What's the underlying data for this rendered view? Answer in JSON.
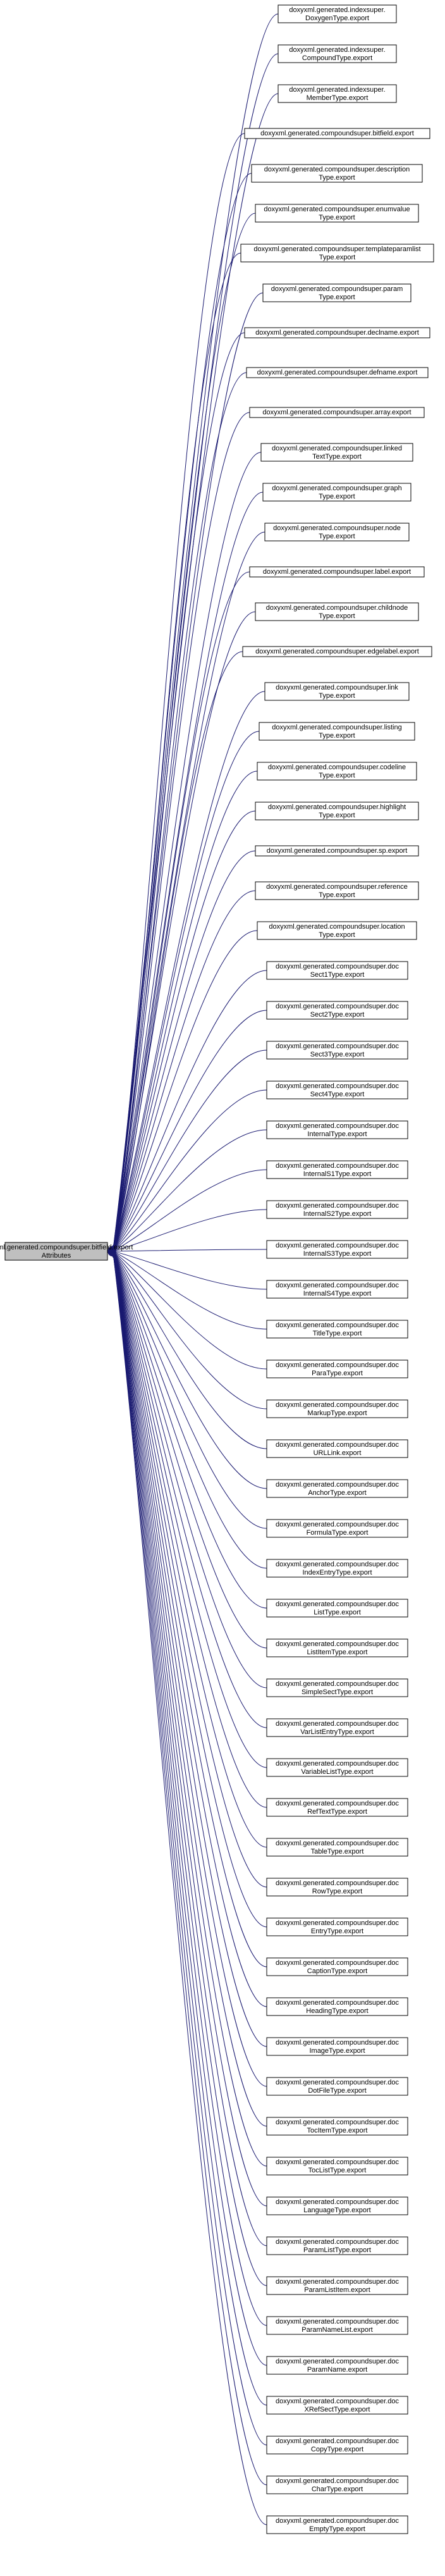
{
  "diagram": {
    "center": {
      "lines": [
        "doxyxml.generated.compoundsuper.bitfield.export",
        "Attributes"
      ]
    },
    "nodes": [
      {
        "lines": [
          "doxyxml.generated.indexsuper.",
          "DoxygenType.export"
        ]
      },
      {
        "lines": [
          "doxyxml.generated.indexsuper.",
          "CompoundType.export"
        ]
      },
      {
        "lines": [
          "doxyxml.generated.indexsuper.",
          "MemberType.export"
        ]
      },
      {
        "lines": [
          "doxyxml.generated.compoundsuper.bitfield.export"
        ]
      },
      {
        "lines": [
          "doxyxml.generated.compoundsuper.description",
          "Type.export"
        ]
      },
      {
        "lines": [
          "doxyxml.generated.compoundsuper.enumvalue",
          "Type.export"
        ]
      },
      {
        "lines": [
          "doxyxml.generated.compoundsuper.templateparamlist",
          "Type.export"
        ]
      },
      {
        "lines": [
          "doxyxml.generated.compoundsuper.param",
          "Type.export"
        ]
      },
      {
        "lines": [
          "doxyxml.generated.compoundsuper.declname.export"
        ]
      },
      {
        "lines": [
          "doxyxml.generated.compoundsuper.defname.export"
        ]
      },
      {
        "lines": [
          "doxyxml.generated.compoundsuper.array.export"
        ]
      },
      {
        "lines": [
          "doxyxml.generated.compoundsuper.linked",
          "TextType.export"
        ]
      },
      {
        "lines": [
          "doxyxml.generated.compoundsuper.graph",
          "Type.export"
        ]
      },
      {
        "lines": [
          "doxyxml.generated.compoundsuper.node",
          "Type.export"
        ]
      },
      {
        "lines": [
          "doxyxml.generated.compoundsuper.label.export"
        ]
      },
      {
        "lines": [
          "doxyxml.generated.compoundsuper.childnode",
          "Type.export"
        ]
      },
      {
        "lines": [
          "doxyxml.generated.compoundsuper.edgelabel.export"
        ]
      },
      {
        "lines": [
          "doxyxml.generated.compoundsuper.link",
          "Type.export"
        ]
      },
      {
        "lines": [
          "doxyxml.generated.compoundsuper.listing",
          "Type.export"
        ]
      },
      {
        "lines": [
          "doxyxml.generated.compoundsuper.codeline",
          "Type.export"
        ]
      },
      {
        "lines": [
          "doxyxml.generated.compoundsuper.highlight",
          "Type.export"
        ]
      },
      {
        "lines": [
          "doxyxml.generated.compoundsuper.sp.export"
        ]
      },
      {
        "lines": [
          "doxyxml.generated.compoundsuper.reference",
          "Type.export"
        ]
      },
      {
        "lines": [
          "doxyxml.generated.compoundsuper.location",
          "Type.export"
        ]
      },
      {
        "lines": [
          "doxyxml.generated.compoundsuper.doc",
          "Sect1Type.export"
        ]
      },
      {
        "lines": [
          "doxyxml.generated.compoundsuper.doc",
          "Sect2Type.export"
        ]
      },
      {
        "lines": [
          "doxyxml.generated.compoundsuper.doc",
          "Sect3Type.export"
        ]
      },
      {
        "lines": [
          "doxyxml.generated.compoundsuper.doc",
          "Sect4Type.export"
        ]
      },
      {
        "lines": [
          "doxyxml.generated.compoundsuper.doc",
          "InternalType.export"
        ]
      },
      {
        "lines": [
          "doxyxml.generated.compoundsuper.doc",
          "InternalS1Type.export"
        ]
      },
      {
        "lines": [
          "doxyxml.generated.compoundsuper.doc",
          "InternalS2Type.export"
        ]
      },
      {
        "lines": [
          "doxyxml.generated.compoundsuper.doc",
          "InternalS3Type.export"
        ]
      },
      {
        "lines": [
          "doxyxml.generated.compoundsuper.doc",
          "InternalS4Type.export"
        ]
      },
      {
        "lines": [
          "doxyxml.generated.compoundsuper.doc",
          "TitleType.export"
        ]
      },
      {
        "lines": [
          "doxyxml.generated.compoundsuper.doc",
          "ParaType.export"
        ]
      },
      {
        "lines": [
          "doxyxml.generated.compoundsuper.doc",
          "MarkupType.export"
        ]
      },
      {
        "lines": [
          "doxyxml.generated.compoundsuper.doc",
          "URLLink.export"
        ]
      },
      {
        "lines": [
          "doxyxml.generated.compoundsuper.doc",
          "AnchorType.export"
        ]
      },
      {
        "lines": [
          "doxyxml.generated.compoundsuper.doc",
          "FormulaType.export"
        ]
      },
      {
        "lines": [
          "doxyxml.generated.compoundsuper.doc",
          "IndexEntryType.export"
        ]
      },
      {
        "lines": [
          "doxyxml.generated.compoundsuper.doc",
          "ListType.export"
        ]
      },
      {
        "lines": [
          "doxyxml.generated.compoundsuper.doc",
          "ListItemType.export"
        ]
      },
      {
        "lines": [
          "doxyxml.generated.compoundsuper.doc",
          "SimpleSectType.export"
        ]
      },
      {
        "lines": [
          "doxyxml.generated.compoundsuper.doc",
          "VarListEntryType.export"
        ]
      },
      {
        "lines": [
          "doxyxml.generated.compoundsuper.doc",
          "VariableListType.export"
        ]
      },
      {
        "lines": [
          "doxyxml.generated.compoundsuper.doc",
          "RefTextType.export"
        ]
      },
      {
        "lines": [
          "doxyxml.generated.compoundsuper.doc",
          "TableType.export"
        ]
      },
      {
        "lines": [
          "doxyxml.generated.compoundsuper.doc",
          "RowType.export"
        ]
      },
      {
        "lines": [
          "doxyxml.generated.compoundsuper.doc",
          "EntryType.export"
        ]
      },
      {
        "lines": [
          "doxyxml.generated.compoundsuper.doc",
          "CaptionType.export"
        ]
      },
      {
        "lines": [
          "doxyxml.generated.compoundsuper.doc",
          "HeadingType.export"
        ]
      },
      {
        "lines": [
          "doxyxml.generated.compoundsuper.doc",
          "ImageType.export"
        ]
      },
      {
        "lines": [
          "doxyxml.generated.compoundsuper.doc",
          "DotFileType.export"
        ]
      },
      {
        "lines": [
          "doxyxml.generated.compoundsuper.doc",
          "TocItemType.export"
        ]
      },
      {
        "lines": [
          "doxyxml.generated.compoundsuper.doc",
          "TocListType.export"
        ]
      },
      {
        "lines": [
          "doxyxml.generated.compoundsuper.doc",
          "LanguageType.export"
        ]
      },
      {
        "lines": [
          "doxyxml.generated.compoundsuper.doc",
          "ParamListType.export"
        ]
      },
      {
        "lines": [
          "doxyxml.generated.compoundsuper.doc",
          "ParamListItem.export"
        ]
      },
      {
        "lines": [
          "doxyxml.generated.compoundsuper.doc",
          "ParamNameList.export"
        ]
      },
      {
        "lines": [
          "doxyxml.generated.compoundsuper.doc",
          "ParamName.export"
        ]
      },
      {
        "lines": [
          "doxyxml.generated.compoundsuper.doc",
          "XRefSectType.export"
        ]
      },
      {
        "lines": [
          "doxyxml.generated.compoundsuper.doc",
          "CopyType.export"
        ]
      },
      {
        "lines": [
          "doxyxml.generated.compoundsuper.doc",
          "CharType.export"
        ]
      },
      {
        "lines": [
          "doxyxml.generated.compoundsuper.doc",
          "EmptyType.export"
        ]
      }
    ],
    "colors": {
      "edge": "#191970",
      "node_border": "#000000",
      "node_fill": "#ffffff",
      "center_fill": "#bfbfbf",
      "text": "#000000"
    }
  }
}
